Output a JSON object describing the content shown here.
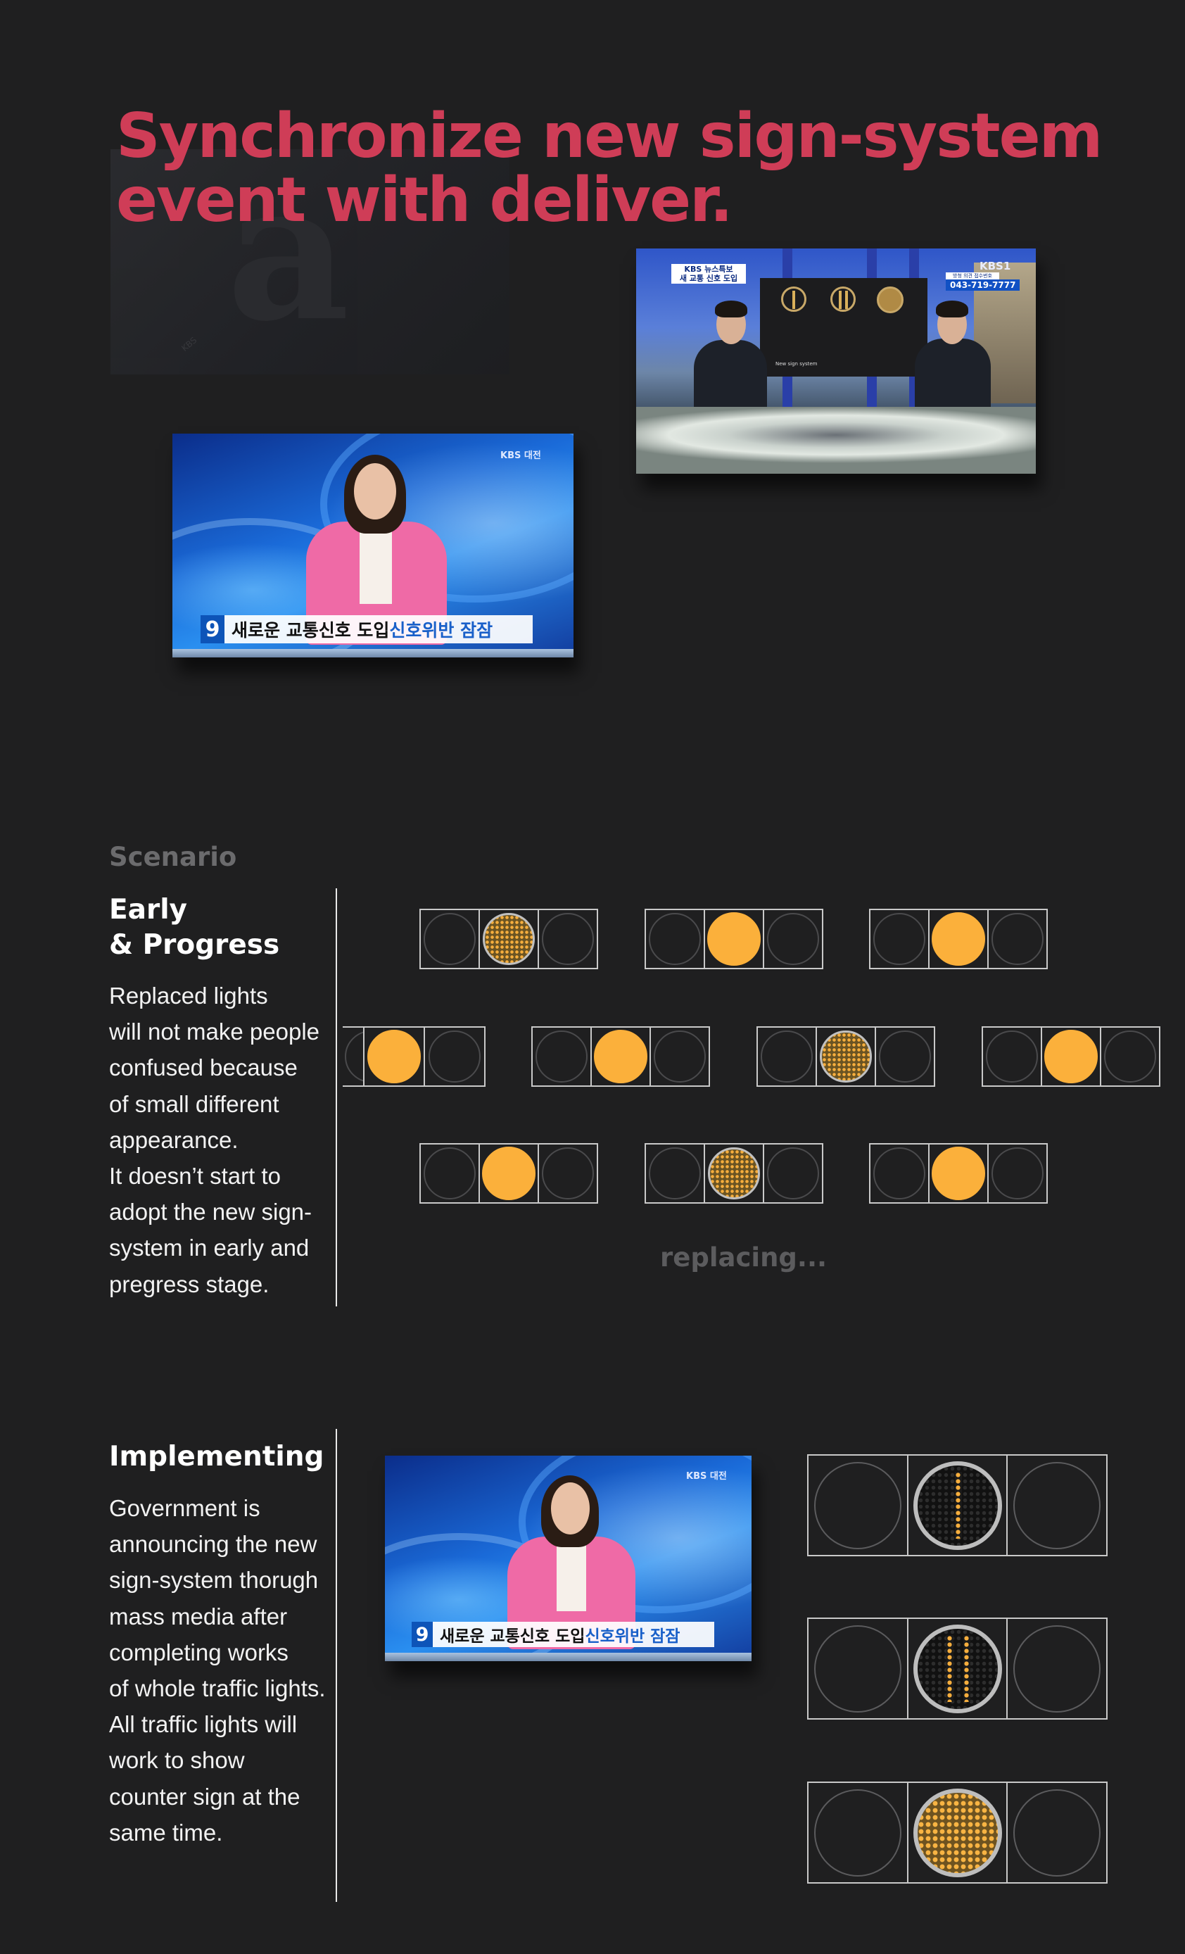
{
  "title": {
    "line1": "Synchronize new sign-system",
    "line2": "event with deliver."
  },
  "media": {
    "anchor_station": "KBS 대전",
    "anchor_headline_num": "9",
    "anchor_headline_a": "새로운 교통신호 도입",
    "anchor_headline_b": "신호위반 잠잠",
    "studio_tag_line1": "KBS 뉴스특보",
    "studio_tag_line2": "새 교통 신호 도입",
    "studio_logo": "KBS1",
    "studio_phone_label": "방청 의견 접수번호",
    "studio_phone": "043-719-7777",
    "studio_screen_caption": "New sign system",
    "ghost_text": "KBS"
  },
  "scenario": {
    "label": "Scenario",
    "early": {
      "title_line1": "Early",
      "title_line2": "& Progress",
      "body": [
        "Replaced lights",
        "will not make people",
        "confused because",
        "of small different",
        "appearance.",
        "It doesn’t start to",
        "adopt the new sign-",
        "system in early and",
        "pregress stage."
      ],
      "status": "replacing..."
    },
    "implementing": {
      "title": "Implementing",
      "body": [
        "Government is",
        "announcing the new",
        "sign-system thorugh",
        "mass media after",
        "completing works",
        "of whole traffic lights.",
        "All traffic lights will",
        "work to show",
        "counter sign at the",
        "same time."
      ]
    }
  },
  "colors": {
    "background": "#1f1f20",
    "title": "#cf3d57",
    "amber": "#fbb03b",
    "muted": "#6b6b6d"
  },
  "traffic_lights": {
    "early_progress_lamps": [
      [
        "dotted",
        "solid",
        "solid"
      ],
      [
        "solid",
        "solid",
        "dotted",
        "solid"
      ],
      [
        "solid",
        "dotted",
        "solid"
      ]
    ],
    "implementing_lamps": [
      "one-bar",
      "two-bars",
      "full-dots"
    ]
  }
}
